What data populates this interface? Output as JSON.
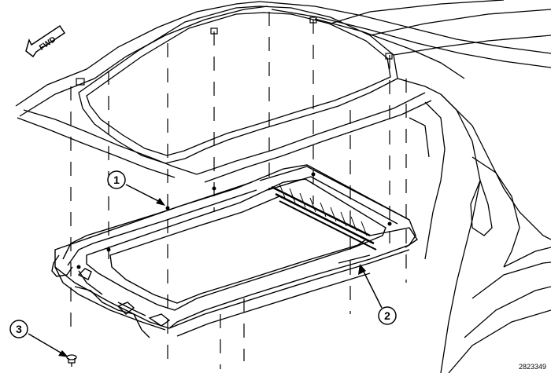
{
  "direction_label": "FWD",
  "callouts": [
    {
      "id": "callout-1",
      "label": "1"
    },
    {
      "id": "callout-2",
      "label": "2"
    },
    {
      "id": "callout-3",
      "label": "3"
    }
  ],
  "figure_number": "2823349"
}
